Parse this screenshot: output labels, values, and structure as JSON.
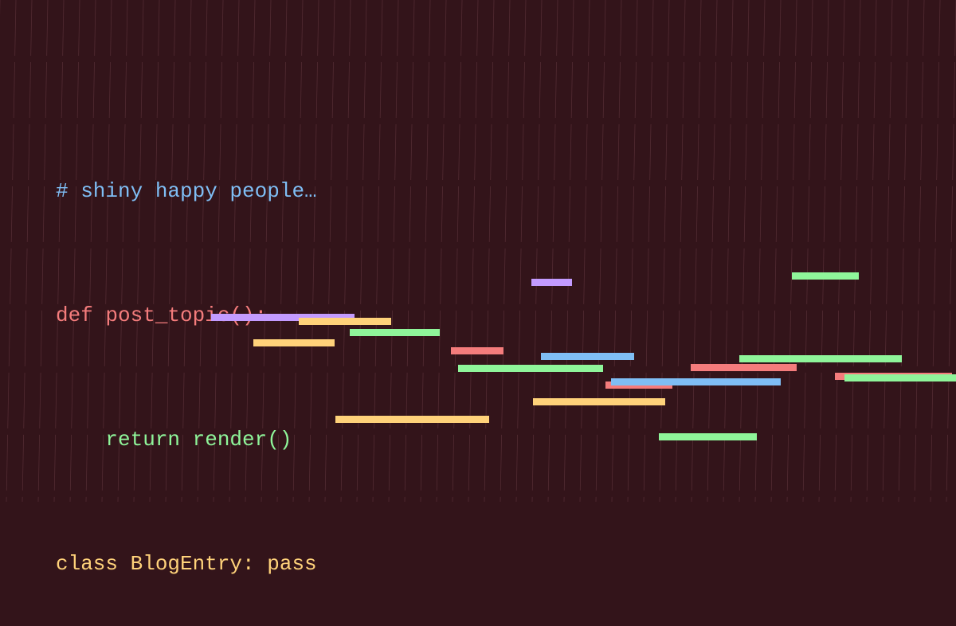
{
  "palette": {
    "background": "#33141a",
    "stripe": "#6b3e47",
    "blue": "#7fbef5",
    "red": "#f47c7c",
    "green": "#8ff59a",
    "yellow": "#ffd27a",
    "purple": "#c39bff"
  },
  "code": {
    "comment": "# shiny happy people…",
    "def_line": "def post_topic():",
    "return_line": "    return render()",
    "class_line": "class BlogEntry: pass"
  },
  "bars": [
    {
      "color": "purple"
    },
    {
      "color": "yellow"
    },
    {
      "color": "green"
    },
    {
      "color": "yellow"
    },
    {
      "color": "red"
    },
    {
      "color": "purple"
    },
    {
      "color": "blue"
    },
    {
      "color": "green"
    },
    {
      "color": "yellow"
    },
    {
      "color": "red"
    },
    {
      "color": "blue"
    },
    {
      "color": "yellow"
    },
    {
      "color": "green"
    },
    {
      "color": "red"
    },
    {
      "color": "green"
    },
    {
      "color": "green"
    },
    {
      "color": "red"
    },
    {
      "color": "green"
    }
  ]
}
